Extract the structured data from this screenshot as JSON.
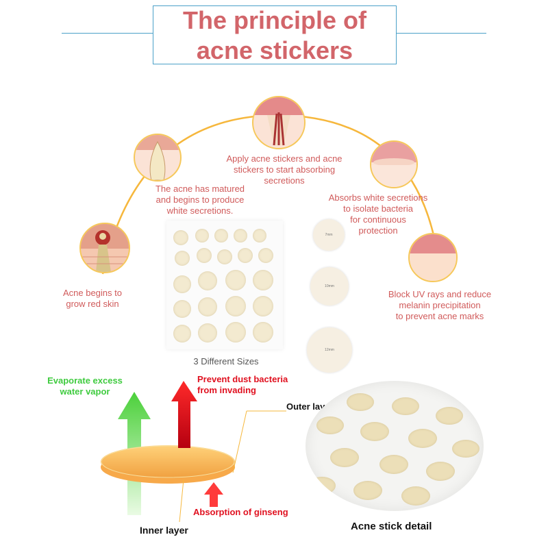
{
  "header": {
    "title_line1": "The principle of",
    "title_line2": "acne stickers"
  },
  "steps": [
    {
      "text": "Acne begins to\ngrow red skin"
    },
    {
      "text": "The acne has matured\nand begins to produce\nwhite secretions."
    },
    {
      "text": "Apply acne stickers and acne\nstickers to start absorbing\nsecretions"
    },
    {
      "text": "Absorbs white secretions\nto isolate bacteria\nfor continuous\nprotection"
    },
    {
      "text": "Block UV rays and reduce\nmelanin precipitation\nto prevent acne marks"
    }
  ],
  "sizes": {
    "caption": "3 Different Sizes",
    "size_labels": [
      "7mm",
      "10mm",
      "12mm"
    ]
  },
  "layers": {
    "evaporate": "Evaporate excess\nwater vapor",
    "prevent": "Prevent dust bacteria\nfrom invading",
    "outer": "Outer layer",
    "absorption": "Absorption of ginseng",
    "inner": "Inner layer",
    "detail": "Acne stick detail"
  },
  "colors": {
    "title": "#d2656a",
    "step_text": "#d05a5a",
    "arc": "#f6b73c",
    "red_label": "#e0101f",
    "green_label": "#3fcb3f",
    "title_line": "#4aa0c8"
  }
}
